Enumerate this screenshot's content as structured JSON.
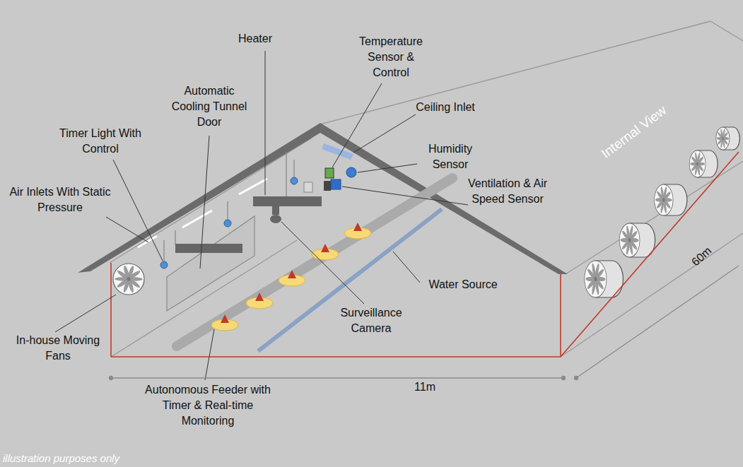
{
  "diagram": {
    "labels": [
      "Heater",
      "Temperature Sensor & Control",
      "Automatic Cooling Tunnel Door",
      "Ceiling Inlet",
      "Timer Light With Control",
      "Humidity Sensor",
      "Ventilation & Air Speed Sensor",
      "Air Inlets With Static Pressure",
      "Internal View",
      "Water Source",
      "Surveillance Camera",
      "In-house Moving Fans",
      "60m",
      "Autonomous Feeder with Timer & Real-time Monitoring",
      "11m",
      "illustration purposes only"
    ]
  }
}
